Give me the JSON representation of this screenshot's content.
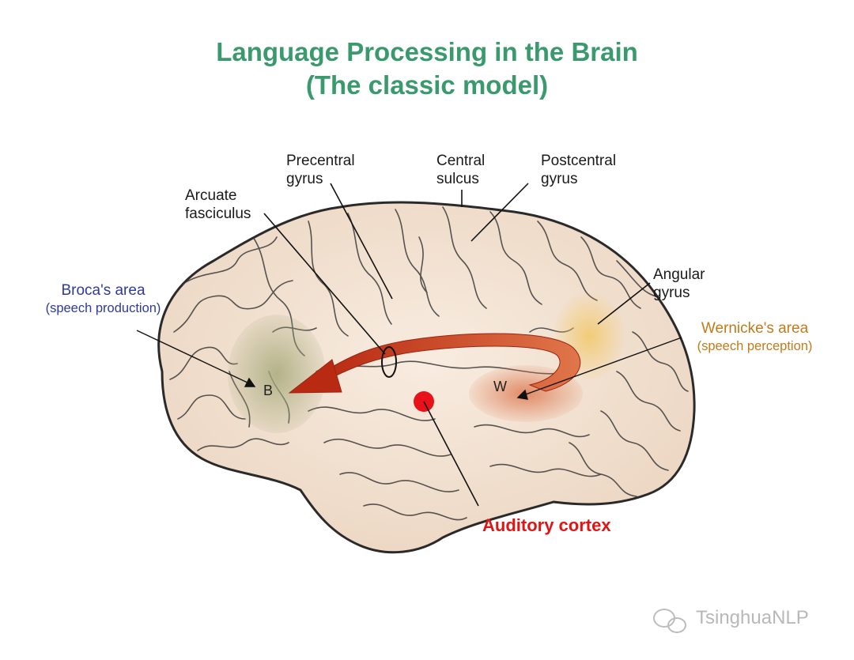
{
  "title": {
    "line1": "Language Processing in the Brain",
    "line2": "(The classic model)"
  },
  "labels": {
    "precentral": [
      "Precentral",
      "gyrus"
    ],
    "central": [
      "Central",
      "sulcus"
    ],
    "postcentral": [
      "Postcentral",
      "gyrus"
    ],
    "arcuate": [
      "Arcuate",
      "fasciculus"
    ],
    "angular": [
      "Angular",
      "gyrus"
    ],
    "broca": {
      "name": "Broca's area",
      "role": "(speech production)",
      "marker": "B"
    },
    "wernicke": {
      "name": "Wernicke's area",
      "role": "(speech perception)",
      "marker": "W"
    },
    "auditory": "Auditory cortex"
  },
  "watermark": "TsinghuaNLP",
  "colors": {
    "title": "#3a9a6e",
    "broca_text": "#2e3a9c",
    "wernicke_text": "#c27a1a",
    "auditory_text": "#e01515",
    "arrow": "#c8391f",
    "brain_fill": "#f4e6d6"
  }
}
